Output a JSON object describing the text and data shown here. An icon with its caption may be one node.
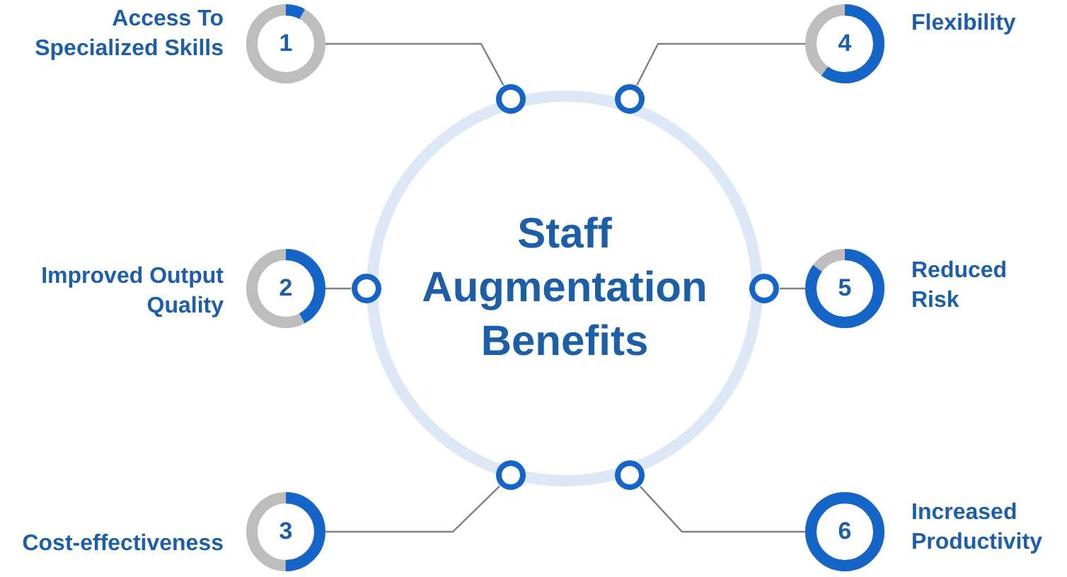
{
  "diagram": {
    "nodes": [
      {
        "text": [
          "Staff Augmentation Benefits"
        ]
      },
      {
        "text": [
          "1"
        ],
        "beside": [
          "Access To Specialized Skills"
        ]
      },
      {
        "text": [
          "2"
        ],
        "beside": [
          "Improved Output Quality"
        ]
      },
      {
        "text": [
          "3"
        ],
        "beside": [
          "Cost-effectiveness"
        ]
      },
      {
        "text": [
          "4"
        ],
        "beside": [
          "Flexibility"
        ]
      },
      {
        "text": [
          "5"
        ],
        "beside": [
          "Reduced Risk"
        ]
      },
      {
        "text": [
          "6"
        ],
        "beside": [
          "Increased Productivity"
        ]
      },
      {
        "text": [],
        "shape": "circle"
      },
      {
        "text": [],
        "shape": "circle"
      },
      {
        "text": [],
        "shape": "circle"
      },
      {
        "text": [],
        "shape": "circle"
      },
      {
        "text": [],
        "shape": "circle"
      },
      {
        "text": [],
        "shape": "circle"
      }
    ],
    "edges": [
      {
        "from": 1,
        "to": 7,
        "arrow": "none"
      },
      {
        "from": 2,
        "to": 9,
        "arrow": "none"
      },
      {
        "from": 3,
        "to": 11,
        "arrow": "none"
      },
      {
        "from": 4,
        "to": 8,
        "arrow": "none"
      },
      {
        "from": 5,
        "to": 10,
        "arrow": "none"
      },
      {
        "from": 6,
        "to": 12,
        "arrow": "none"
      }
    ]
  }
}
